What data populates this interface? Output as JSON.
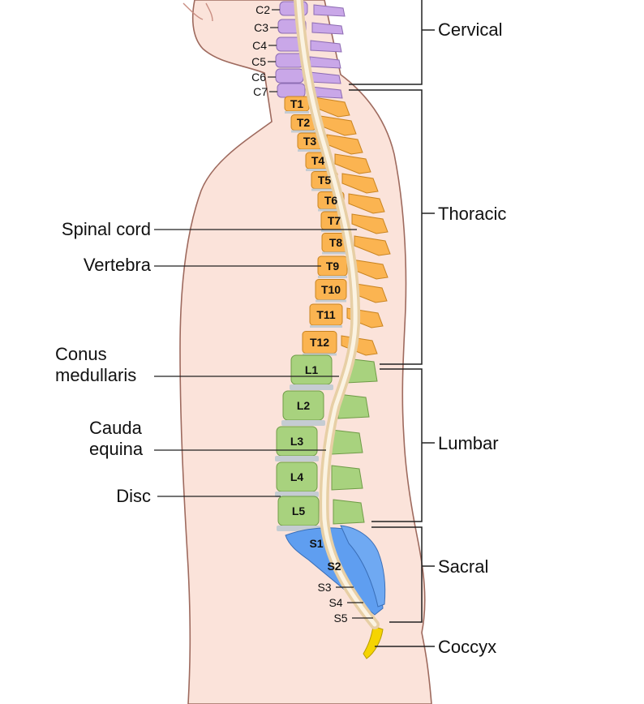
{
  "regions": [
    {
      "key": "cervical",
      "label": "Cervical"
    },
    {
      "key": "thoracic",
      "label": "Thoracic"
    },
    {
      "key": "lumbar",
      "label": "Lumbar"
    },
    {
      "key": "sacral",
      "label": "Sacral"
    },
    {
      "key": "coccyx",
      "label": "Coccyx"
    }
  ],
  "anatomy": {
    "spinal_cord": "Spinal cord",
    "vertebra": "Vertebra",
    "conus_1": "Conus",
    "conus_2": "medullaris",
    "cauda_1": "Cauda",
    "cauda_2": "equina",
    "disc": "Disc"
  },
  "cervical_vertebrae": [
    "C2",
    "C3",
    "C4",
    "C5",
    "C6",
    "C7"
  ],
  "thoracic_vertebrae": [
    "T1",
    "T2",
    "T3",
    "T4",
    "T5",
    "T6",
    "T7",
    "T8",
    "T9",
    "T10",
    "T11",
    "T12"
  ],
  "lumbar_vertebrae": [
    "L1",
    "L2",
    "L3",
    "L4",
    "L5"
  ],
  "sacral_vertebrae": [
    "S1",
    "S2",
    "S3",
    "S4",
    "S5"
  ],
  "colors": {
    "skin": "#fbe3da",
    "skin_outline": "#9e6a5e",
    "cervical": "#c9a7e8",
    "thoracic": "#fbb451",
    "lumbar": "#a8d27e",
    "sacral": "#5f9ef0",
    "coccyx": "#f5d400",
    "disc": "#c5ccd2",
    "cord": "#f3e3c4"
  }
}
